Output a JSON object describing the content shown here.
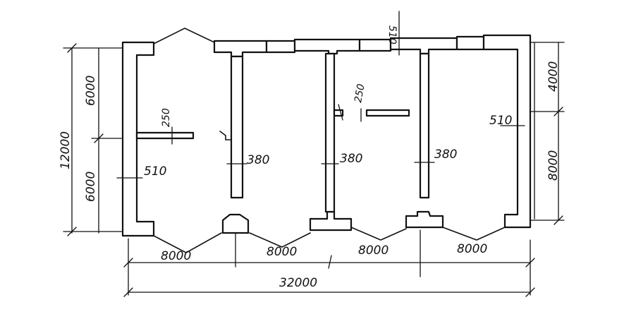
{
  "plan": {
    "overall_width": "32000",
    "bay_widths": [
      "8000",
      "8000",
      "8000",
      "8000"
    ],
    "left_total": "12000",
    "left_upper": "6000",
    "left_lower": "6000",
    "right_upper": "4000",
    "right_lower": "8000",
    "wall_510_top": "510",
    "wall_510_left": "510",
    "wall_510_right": "510",
    "wall_380_a": "380",
    "wall_380_b": "380",
    "wall_380_c": "380",
    "wall_250_left": "250",
    "wall_250_mid": "250"
  }
}
